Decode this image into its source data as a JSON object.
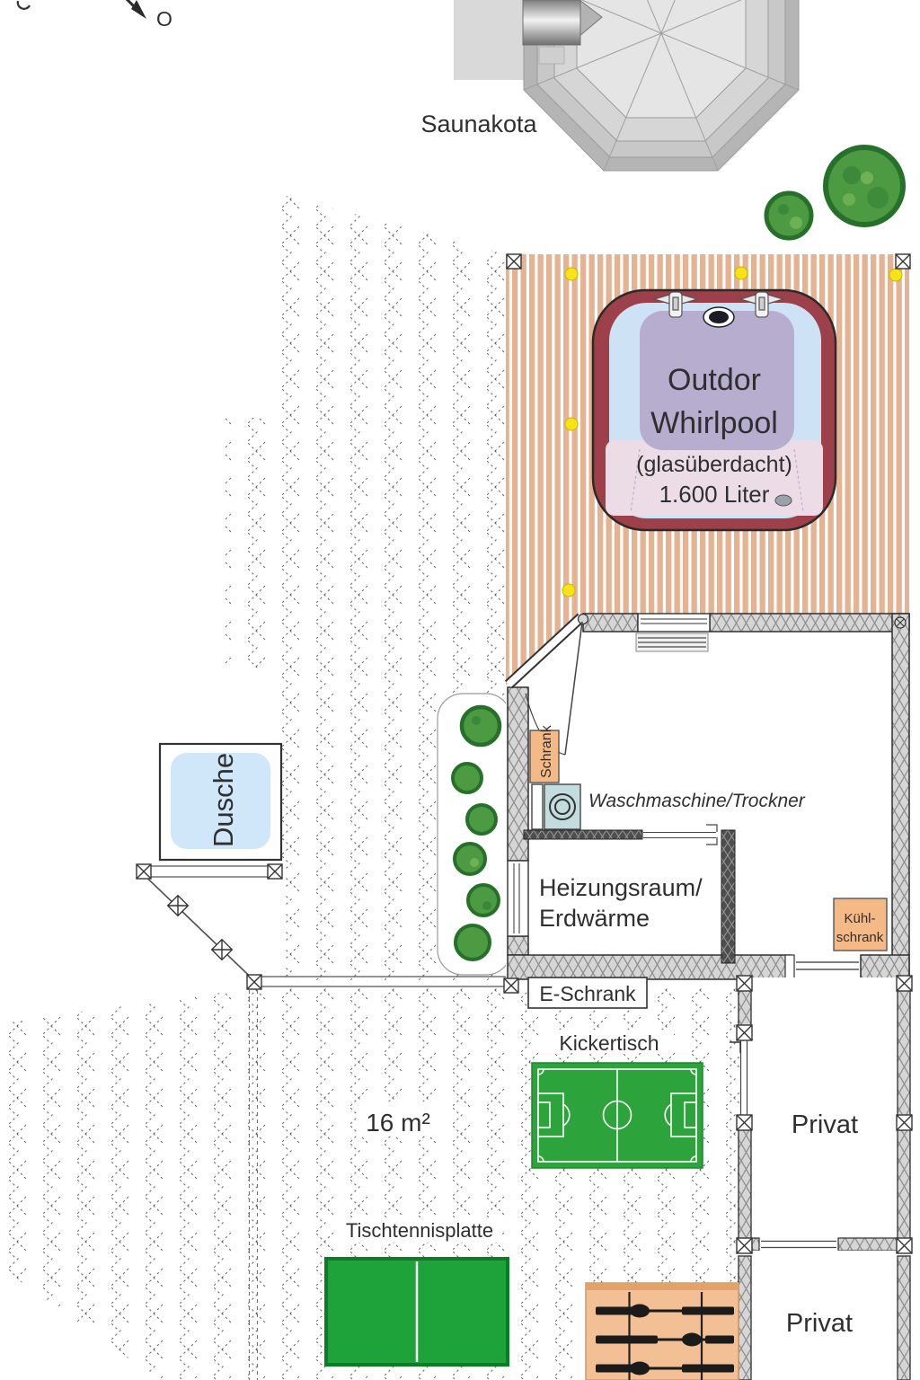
{
  "compass": {
    "east": "O"
  },
  "labels": {
    "saunakota": "Saunakota",
    "whirlpool_line1": "Outdor",
    "whirlpool_line2": "Whirlpool",
    "whirlpool_line3": "(glasüberdacht)",
    "whirlpool_line4": "1.600 Liter",
    "dusche": "Dusche",
    "schrank": "Schrank",
    "waschmaschine": "Waschmaschine/Trockner",
    "heizungsraum_line1": "Heizungsraum/",
    "heizungsraum_line2": "Erdwärme",
    "kuehlschrank_line1": "Kühl-",
    "kuehlschrank_line2": "schrank",
    "eschrank": "E-Schrank",
    "kickertisch": "Kickertisch",
    "area": "16 m²",
    "tischtennisplatte": "Tischtennisplatte",
    "privat_room1": "Privat",
    "privat_room2": "Privat"
  },
  "colors": {
    "deck_wood": "#e5b292",
    "whirlpool_rim": "#9e4049",
    "whirlpool_water": "#cde2f4",
    "whirlpool_cover": "#b7aecf",
    "whirlpool_seat": "#ecdce6",
    "shower_blue": "#cfe7f8",
    "cabinet_orange": "#f5b986",
    "bush_green": "#4c9a42",
    "bush_edge": "#267029",
    "kicker_green": "#2da33b",
    "tabletennis_green": "#1ea23a",
    "kicker_table_tan": "#f2c094",
    "wall_gray": "#d6d6d6",
    "deck_light_yellow": "#f7e414"
  }
}
